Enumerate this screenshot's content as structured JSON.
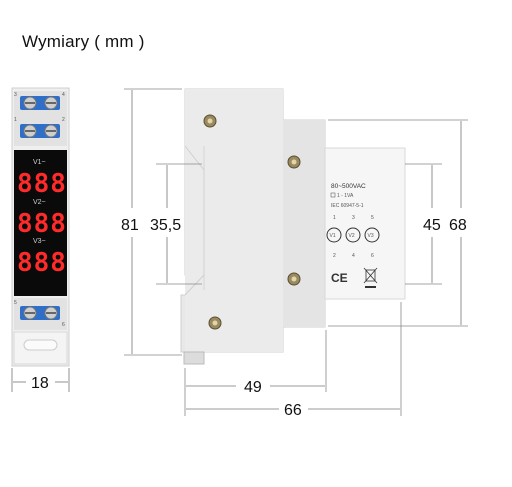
{
  "title": "Wymiary ( mm )",
  "front": {
    "channels": [
      "V1~",
      "V2~",
      "V3~"
    ],
    "display_value": "888",
    "terminal_numbers": [
      "3",
      "4",
      "1",
      "2",
      "5",
      "6"
    ]
  },
  "side_label": {
    "voltage": "80~500VAC",
    "power": "1 - 1VA",
    "standard": "IEC 60947-5-1",
    "inputs": [
      "V1",
      "V2",
      "V3"
    ],
    "pins_top": [
      "1",
      "3",
      "5"
    ],
    "pins_bottom": [
      "2",
      "4",
      "6"
    ],
    "ce_mark": "CE"
  },
  "dimensions": {
    "width_front": "18",
    "height_total": "81",
    "height_inner": "35,5",
    "height_front_face": "45",
    "height_module": "68",
    "depth_partial": "49",
    "depth_total": "66"
  },
  "colors": {
    "display_digit": "#ff2a2a",
    "terminal_blue": "#2f6fc7",
    "housing": "#e8e8e8"
  }
}
